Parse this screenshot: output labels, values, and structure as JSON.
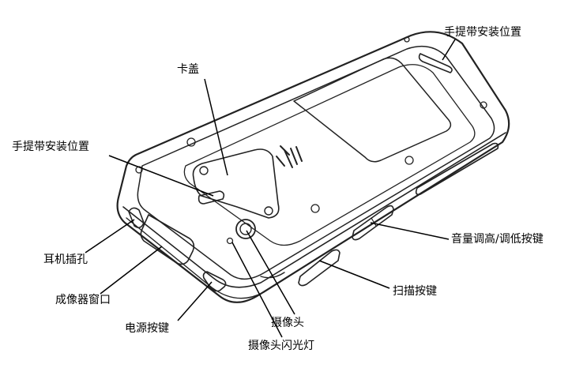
{
  "labels": {
    "strap_mount_top": "手提带安装位置",
    "card_cover": "卡盖",
    "strap_mount_left": "手提带安装位置",
    "headset_jack": "耳机插孔",
    "imager_window": "成像器窗口",
    "power_button": "电源按键",
    "camera_flash": "摄像头闪光灯",
    "camera": "摄像头",
    "scan_button": "扫描按键",
    "volume_buttons": "音量调高/调低按键"
  }
}
